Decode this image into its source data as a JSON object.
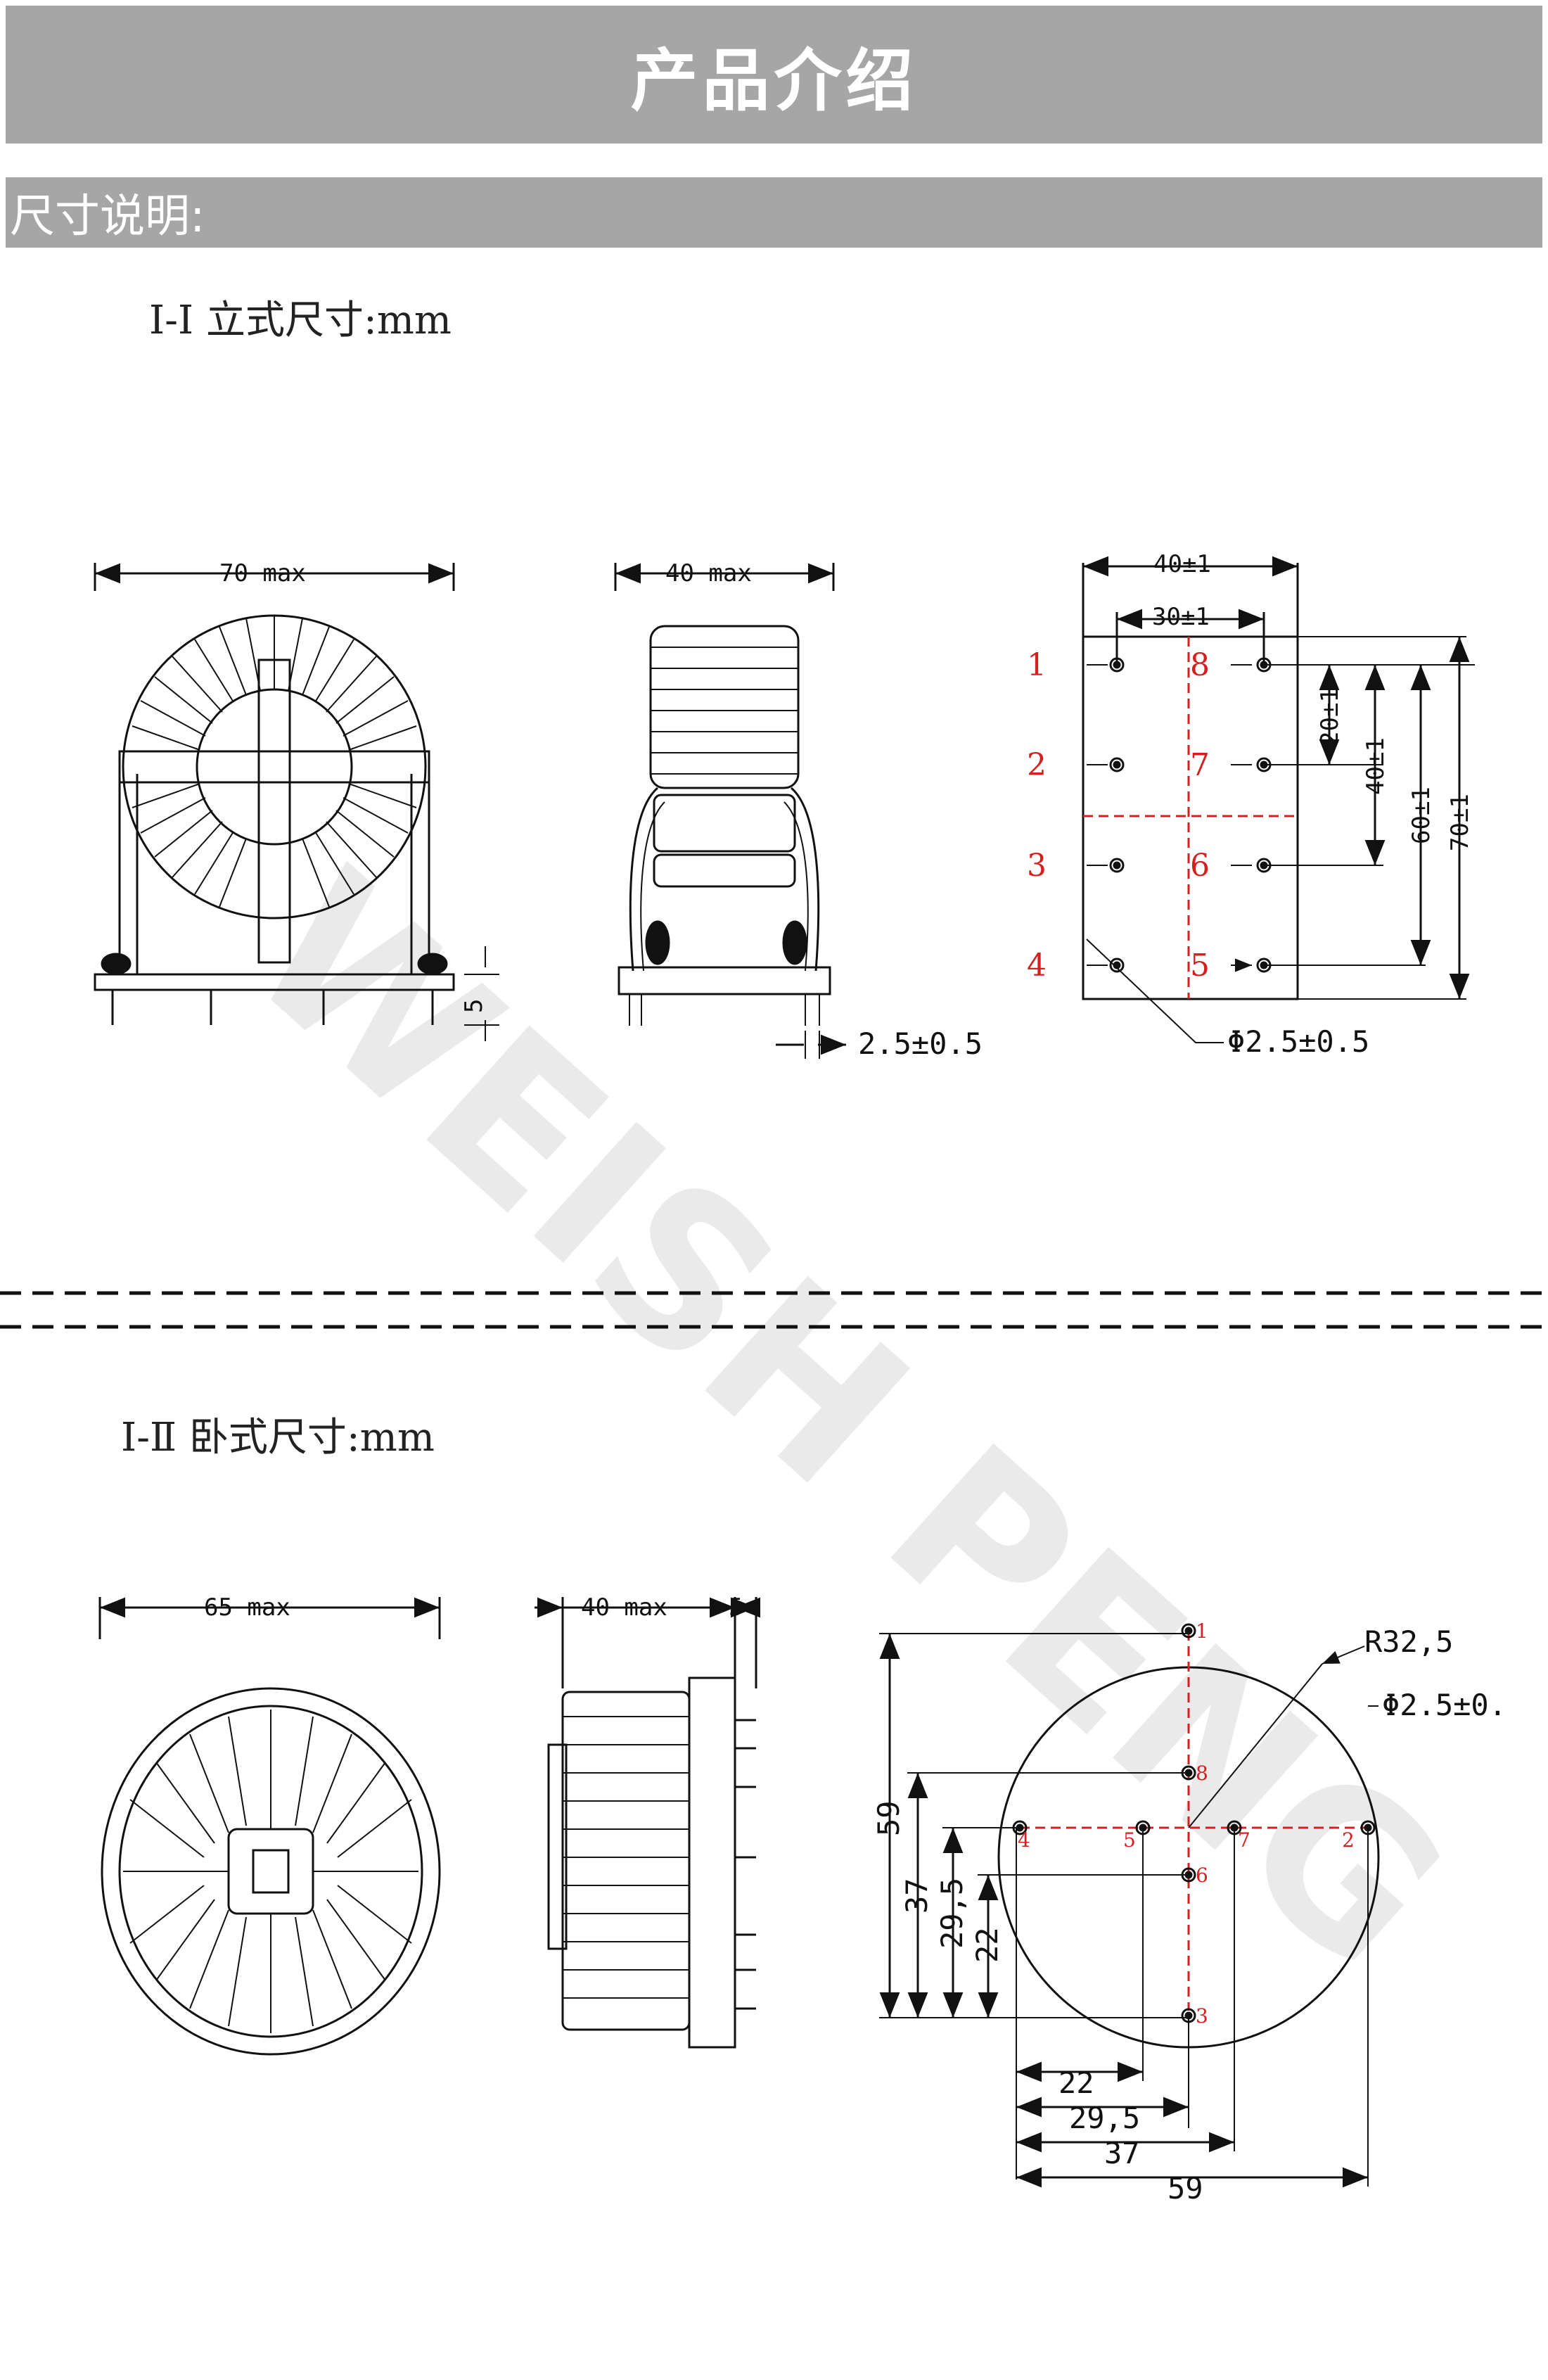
{
  "header": {
    "title": "产品介绍"
  },
  "section": {
    "title": "尺寸说明:"
  },
  "vertical": {
    "heading": "Ⅰ-Ⅰ  立式尺寸:mm",
    "front_width": "70  max",
    "side_width": "40  max",
    "pin_len": "5",
    "pin_dia": "2.5±0.5",
    "pcb_w1": "40±1",
    "pcb_w2": "30±1",
    "pcb_d20": "20±1",
    "pcb_d40": "40±1",
    "pcb_d60": "60±1",
    "pcb_d70": "70±1",
    "hole_dia": "Φ2.5±0.5",
    "pins_left": [
      "1",
      "2",
      "3",
      "4"
    ],
    "pins_right": [
      "8",
      "7",
      "6",
      "5"
    ]
  },
  "horizontal": {
    "heading": "Ⅰ-Ⅱ  卧式尺寸:mm",
    "front_width": "65  max",
    "side_width": "40  max",
    "side_extra": "5",
    "radius": "R32,5",
    "hole_dia": "Φ2.5±0.",
    "v59": "59",
    "v37": "37",
    "v295": "29,5",
    "v22": "22",
    "h22": "22",
    "h295": "29,5",
    "h37": "37",
    "h59": "59",
    "pins": [
      "1",
      "8",
      "4",
      "5",
      "7",
      "2",
      "6",
      "3"
    ]
  },
  "watermark": "WEISH PENG",
  "colors": {
    "banner": "#a6a6a6",
    "red": "#d42020"
  }
}
